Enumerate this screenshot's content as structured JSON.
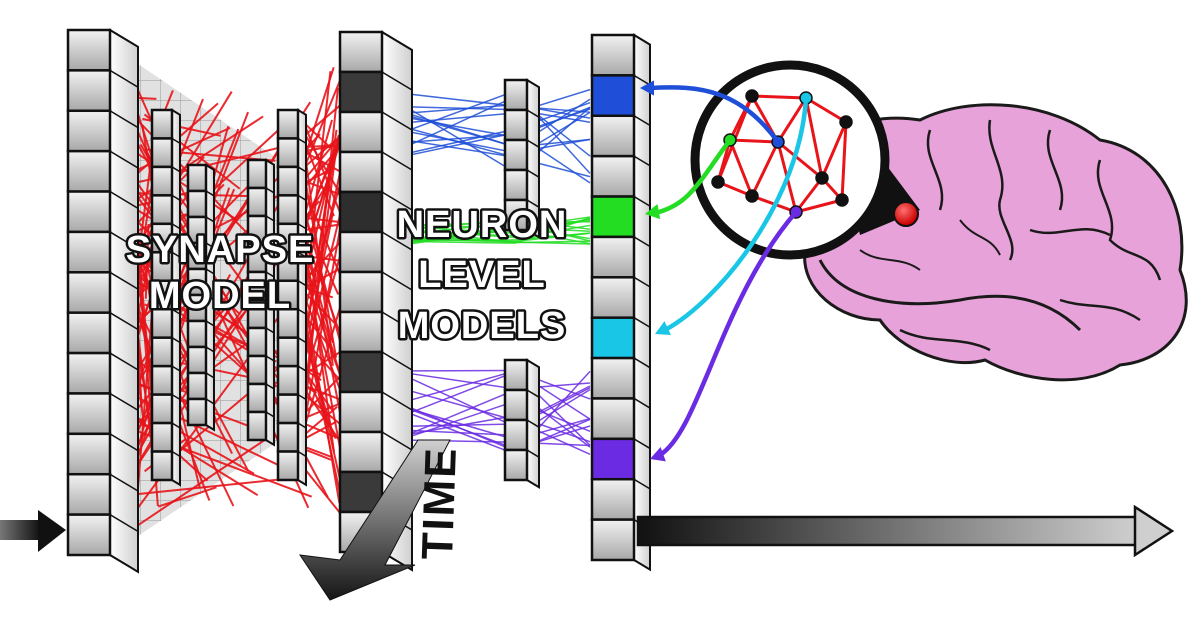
{
  "labels": {
    "synapse_line1": "SYNAPSE",
    "synapse_line2": "MODEL",
    "neuron_line1": "NEURON",
    "neuron_line2": "LEVEL",
    "neuron_line3": "MODELS",
    "time": "TIME"
  },
  "colors": {
    "synapse": "#e8141a",
    "blue": "#1f4fd8",
    "green": "#22dd22",
    "cyan": "#19c6e6",
    "purple": "#6a2be2",
    "brain": "#e9a6dc"
  }
}
